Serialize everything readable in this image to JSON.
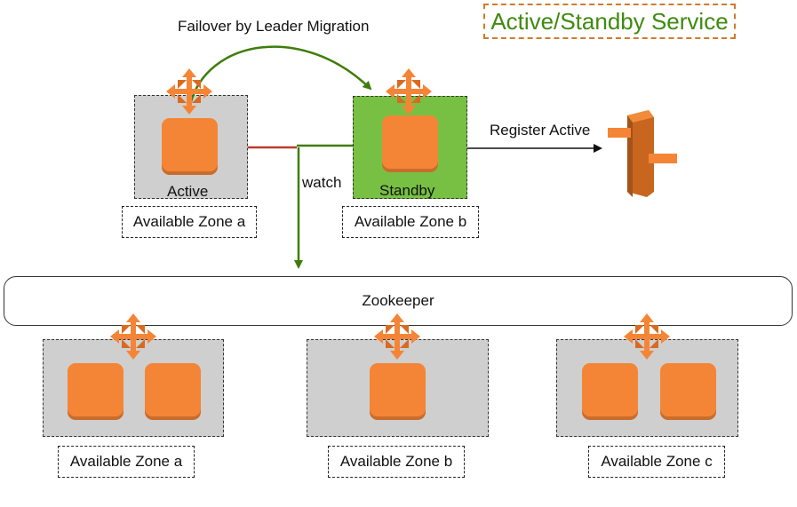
{
  "title": "Active/Standby Service",
  "failover_label": "Failover by Leader Migration",
  "watch_label": "watch",
  "register_label": "Register Active",
  "active_label": "Active",
  "standby_label": "Standby",
  "zookeeper_label": "Zookeeper",
  "top_zones": [
    "Available Zone a",
    "Available Zone b"
  ],
  "bottom_zones": [
    "Available Zone a",
    "Available Zone b",
    "Available Zone c"
  ],
  "icons": [
    "scale-arrows-icon",
    "router-icon",
    "service-node-icon"
  ],
  "colors": {
    "node_orange": "#f58536",
    "standby_green": "#77c043",
    "zone_gray": "#cfcfcf",
    "arrow_green": "#3f7d0a",
    "title_green": "#3f8a10",
    "title_border": "#d07a2a",
    "link_red": "#c0392b"
  }
}
